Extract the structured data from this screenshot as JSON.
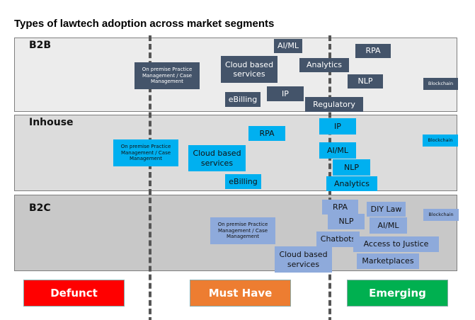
{
  "title": "Types of lawtech adoption across market segments",
  "segments": [
    {
      "label": "B2B",
      "box_color": "#44546a",
      "text_color": "#ffffff",
      "panel_color": "#ececec",
      "items": [
        "On premise Practice Management / Case Management",
        "AI/ML",
        "RPA",
        "Cloud based services",
        "Analytics",
        "NLP",
        "Blockchain",
        "eBilling",
        "IP",
        "Regulatory"
      ]
    },
    {
      "label": "Inhouse",
      "box_color": "#00b0f0",
      "text_color": "#111111",
      "panel_color": "#dcdcdc",
      "items": [
        "IP",
        "RPA",
        "Blockchain",
        "On premise Practice Management / Case Management",
        "Cloud based services",
        "AI/ML",
        "NLP",
        "eBilling",
        "Analytics"
      ]
    },
    {
      "label": "B2C",
      "box_color": "#8eaadb",
      "text_color": "#111111",
      "panel_color": "#c8c8c8",
      "items": [
        "RPA",
        "DIY Law",
        "Blockchain",
        "On premise Practice Management / Case Management",
        "NLP",
        "AI/ML",
        "Chatbots",
        "Access to Justice",
        "Cloud based services",
        "Marketplaces"
      ]
    }
  ],
  "categories": [
    {
      "label": "Defunct",
      "color": "#ff0000"
    },
    {
      "label": "Must Have",
      "color": "#ed7d31"
    },
    {
      "label": "Emerging",
      "color": "#00b050"
    }
  ]
}
